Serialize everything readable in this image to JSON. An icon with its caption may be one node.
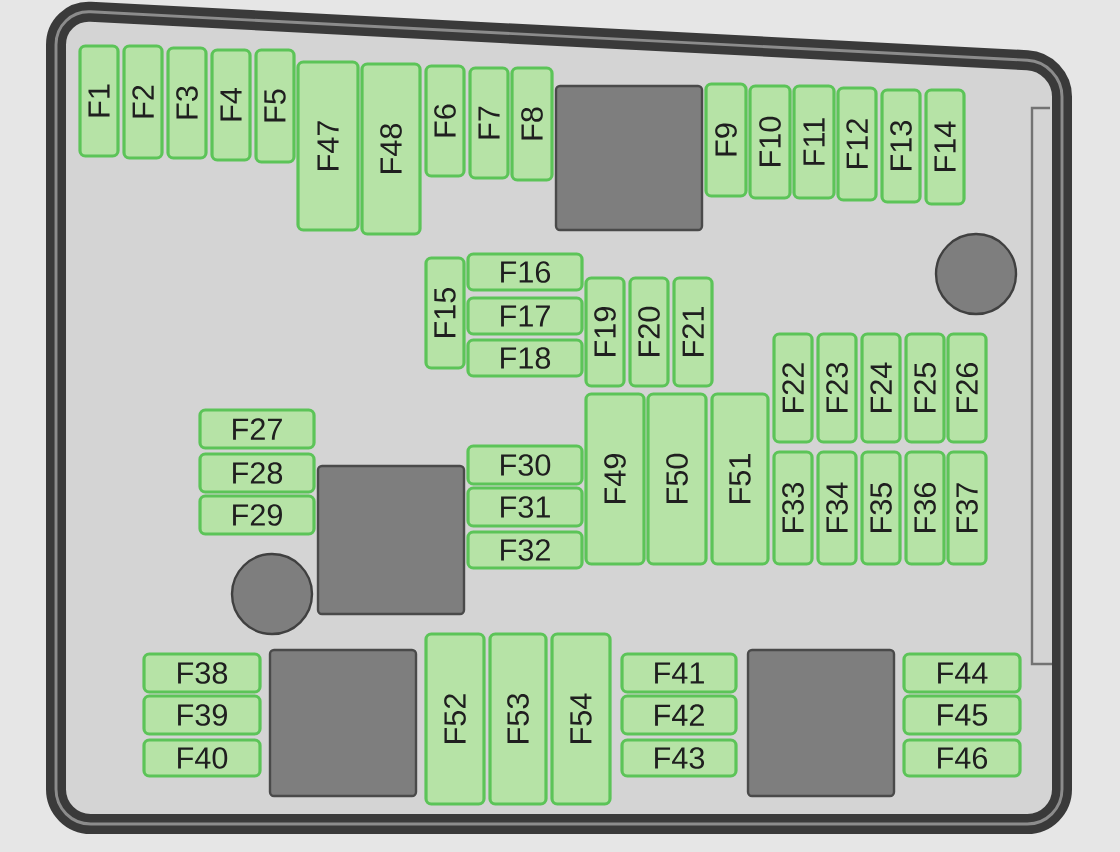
{
  "diagram": {
    "nodes": [
      {
        "text": [
          "F1"
        ]
      },
      {
        "text": [
          "F2"
        ]
      },
      {
        "text": [
          "F3"
        ]
      },
      {
        "text": [
          "F4"
        ]
      },
      {
        "text": [
          "F5"
        ]
      },
      {
        "text": [
          "F47"
        ]
      },
      {
        "text": [
          "F48"
        ]
      },
      {
        "text": [
          "F6"
        ]
      },
      {
        "text": [
          "F7"
        ]
      },
      {
        "text": [
          "F8"
        ]
      },
      {
        "text": [],
        "shape": "box"
      },
      {
        "text": [
          "F9"
        ]
      },
      {
        "text": [
          "F10"
        ]
      },
      {
        "text": [
          "F11"
        ]
      },
      {
        "text": [
          "F12"
        ]
      },
      {
        "text": [
          "F13"
        ]
      },
      {
        "text": [
          "F14"
        ]
      },
      {
        "text": [
          "F15"
        ]
      },
      {
        "text": [
          "F16"
        ]
      },
      {
        "text": [
          "F17"
        ]
      },
      {
        "text": [
          "F18"
        ]
      },
      {
        "text": [
          "F19"
        ]
      },
      {
        "text": [
          "F20"
        ]
      },
      {
        "text": [
          "F21"
        ]
      },
      {
        "text": [
          "F22"
        ]
      },
      {
        "text": [
          "F23"
        ]
      },
      {
        "text": [
          "F24"
        ]
      },
      {
        "text": [
          "F25"
        ]
      },
      {
        "text": [
          "F26"
        ]
      },
      {
        "text": [
          "F27"
        ]
      },
      {
        "text": [
          "F28"
        ]
      },
      {
        "text": [
          "F29"
        ]
      },
      {
        "text": [],
        "shape": "box"
      },
      {
        "text": [
          "F30"
        ]
      },
      {
        "text": [
          "F31"
        ]
      },
      {
        "text": [
          "F32"
        ]
      },
      {
        "text": [
          "F49"
        ]
      },
      {
        "text": [
          "F50"
        ]
      },
      {
        "text": [
          "F51"
        ]
      },
      {
        "text": [
          "F33"
        ]
      },
      {
        "text": [
          "F34"
        ]
      },
      {
        "text": [
          "F35"
        ]
      },
      {
        "text": [
          "F36"
        ]
      },
      {
        "text": [
          "F37"
        ]
      },
      {
        "text": [
          "F38"
        ]
      },
      {
        "text": [
          "F39"
        ]
      },
      {
        "text": [
          "F40"
        ]
      },
      {
        "text": [],
        "shape": "box"
      },
      {
        "text": [
          "F52"
        ]
      },
      {
        "text": [
          "F53"
        ]
      },
      {
        "text": [
          "F54"
        ]
      },
      {
        "text": [
          "F41"
        ]
      },
      {
        "text": [
          "F42"
        ]
      },
      {
        "text": [
          "F43"
        ]
      },
      {
        "text": [],
        "shape": "box"
      },
      {
        "text": [
          "F44"
        ]
      },
      {
        "text": [
          "F45"
        ]
      },
      {
        "text": [
          "F46"
        ]
      }
    ]
  }
}
